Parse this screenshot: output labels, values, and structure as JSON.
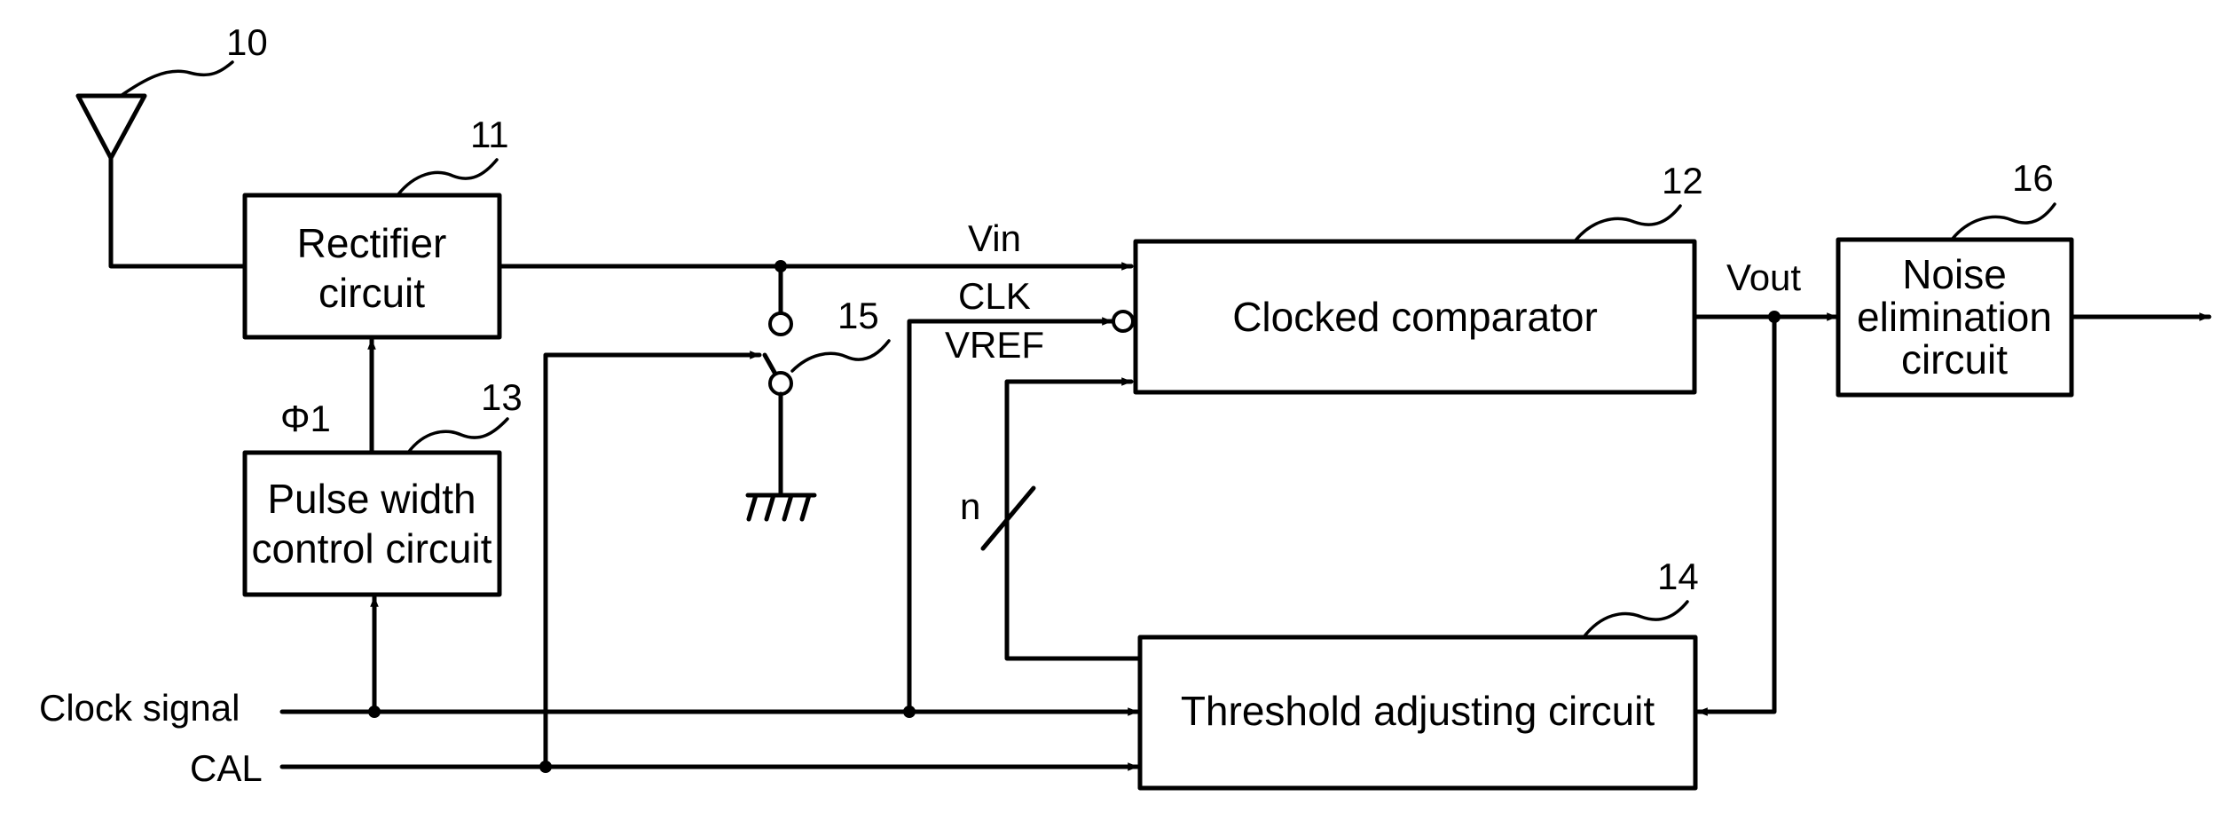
{
  "blocks": {
    "rectifier": {
      "line1": "Rectifier",
      "line2": "circuit",
      "ref": "11"
    },
    "pulse_width": {
      "line1": "Pulse width",
      "line2": "control circuit",
      "ref": "13"
    },
    "comparator": {
      "label": "Clocked comparator",
      "ref": "12"
    },
    "threshold": {
      "label": "Threshold adjusting circuit",
      "ref": "14"
    },
    "noise": {
      "line1": "Noise",
      "line2": "elimination",
      "line3": "circuit",
      "ref": "16"
    }
  },
  "components": {
    "antenna": {
      "ref": "10"
    },
    "switch": {
      "ref": "15"
    }
  },
  "signals": {
    "vin": "Vin",
    "clk": "CLK",
    "vref": "VREF",
    "vout": "Vout",
    "phi1": "Φ1",
    "bus_width": "n",
    "clock_signal": "Clock signal",
    "cal": "CAL"
  }
}
